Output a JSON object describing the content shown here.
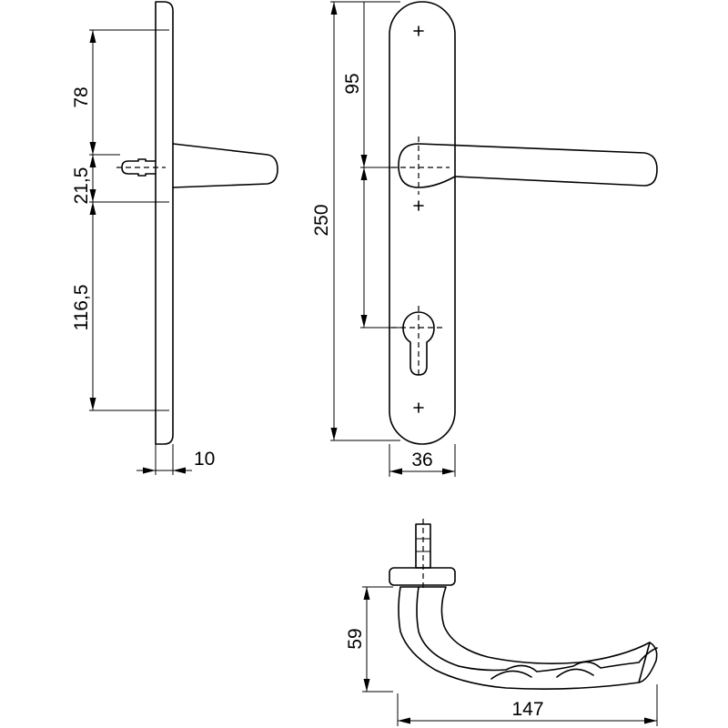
{
  "drawing": {
    "side_view": {
      "dim_top": "78",
      "dim_spindle": "21,5",
      "dim_bottom": "116,5",
      "dim_thickness": "10"
    },
    "front_view": {
      "dim_total_height": "250",
      "dim_to_lever": "95",
      "dim_width": "36"
    },
    "lever_view": {
      "dim_height": "59",
      "dim_length": "147"
    }
  }
}
